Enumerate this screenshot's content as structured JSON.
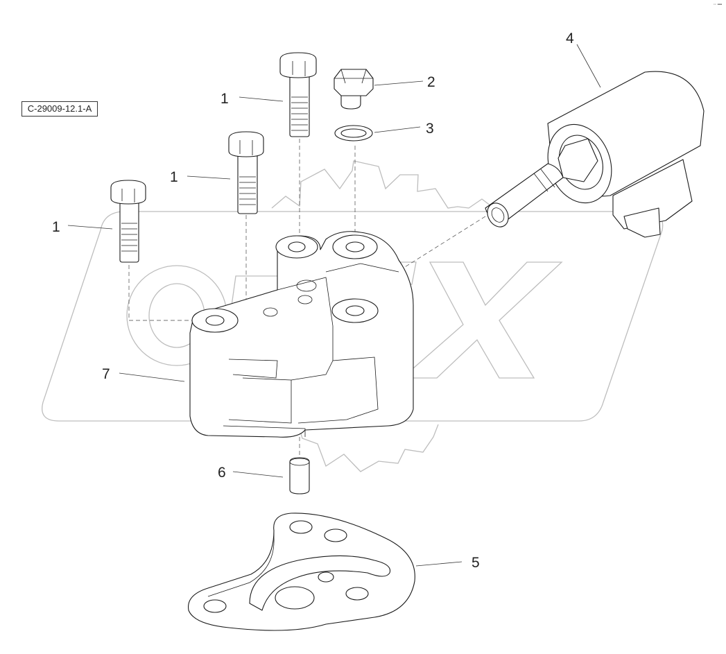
{
  "diagram": {
    "reference_code": "C-29009-12.1-A",
    "watermark_text": "OPEX",
    "corner_mark": "◦◦ ▪▪▪",
    "callouts": {
      "bolt_a": "1",
      "bolt_b": "1",
      "bolt_c": "1",
      "plug": "2",
      "washer": "3",
      "solenoid": "4",
      "gasket": "5",
      "pin": "6",
      "housing": "7"
    }
  }
}
